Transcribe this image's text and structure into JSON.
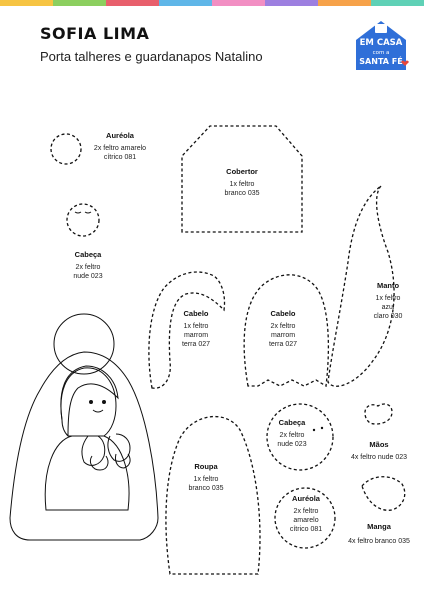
{
  "header": {
    "title": "SOFIA LIMA",
    "subtitle": "Porta talheres e guardanapos Natalino"
  },
  "logo": {
    "line1": "EM CASA",
    "line2": "com a",
    "line3": "SANTA FÉ",
    "color": "#2f6fd8"
  },
  "topbar_colors": [
    "#f6c443",
    "#8ccf5f",
    "#e85f6c",
    "#5fb6e8",
    "#f28fc3",
    "#9d7fe0",
    "#f6a24a",
    "#5fd1b6"
  ],
  "pieces": [
    {
      "name": "Auréola",
      "desc1": "2x feltro amarelo",
      "desc2": "cítrico 081",
      "desc3": ""
    },
    {
      "name": "Cobertor",
      "desc1": "1x feltro",
      "desc2": "branco 035",
      "desc3": ""
    },
    {
      "name": "Cabeça",
      "desc1": "2x feltro",
      "desc2": "nude 023",
      "desc3": ""
    },
    {
      "name": "Manto",
      "desc1": "1x feltro",
      "desc2": "azul",
      "desc3": "claro 030"
    },
    {
      "name": "Cabelo",
      "desc1": "1x feltro",
      "desc2": "marrom",
      "desc3": "terra 027"
    },
    {
      "name": "Cabelo",
      "desc1": "2x feltro",
      "desc2": "marrom",
      "desc3": "terra 027"
    },
    {
      "name": "Cabeça",
      "desc1": "2x feltro",
      "desc2": "nude 023",
      "desc3": ""
    },
    {
      "name": "Mãos",
      "desc1": "4x feltro nude 023",
      "desc2": "",
      "desc3": ""
    },
    {
      "name": "Roupa",
      "desc1": "1x feltro",
      "desc2": "branco 035",
      "desc3": ""
    },
    {
      "name": "Auréola",
      "desc1": "2x feltro",
      "desc2": "amarelo",
      "desc3": "cítrico 081"
    },
    {
      "name": "Manga",
      "desc1": "4x feltro branco 035",
      "desc2": "",
      "desc3": ""
    }
  ]
}
